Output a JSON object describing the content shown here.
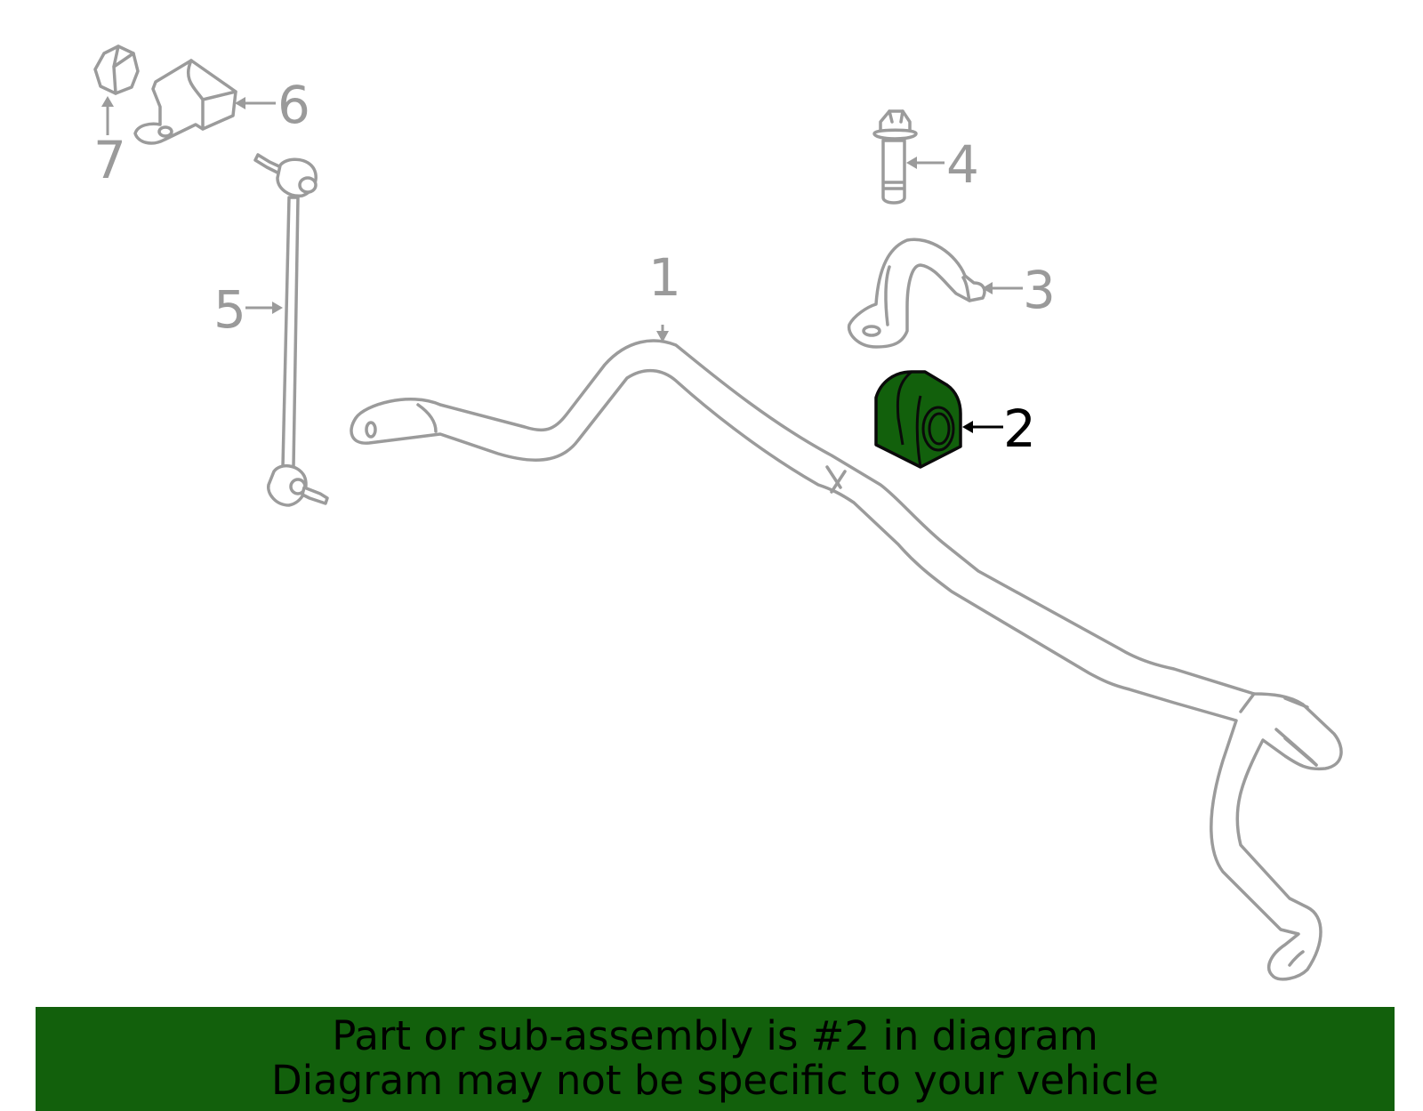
{
  "diagram": {
    "callouts": {
      "c1": "1",
      "c2": "2",
      "c3": "3",
      "c4": "4",
      "c5": "5",
      "c6": "6",
      "c7": "7"
    },
    "highlighted_part": "2",
    "colors": {
      "highlight": "#12600c",
      "line_art": "#9b9b9b",
      "highlight_label": "#000000"
    }
  },
  "banner": {
    "line1": "Part or sub-assembly is #2 in diagram",
    "line2": "Diagram may not be specific to your vehicle",
    "background": "#12600c"
  }
}
